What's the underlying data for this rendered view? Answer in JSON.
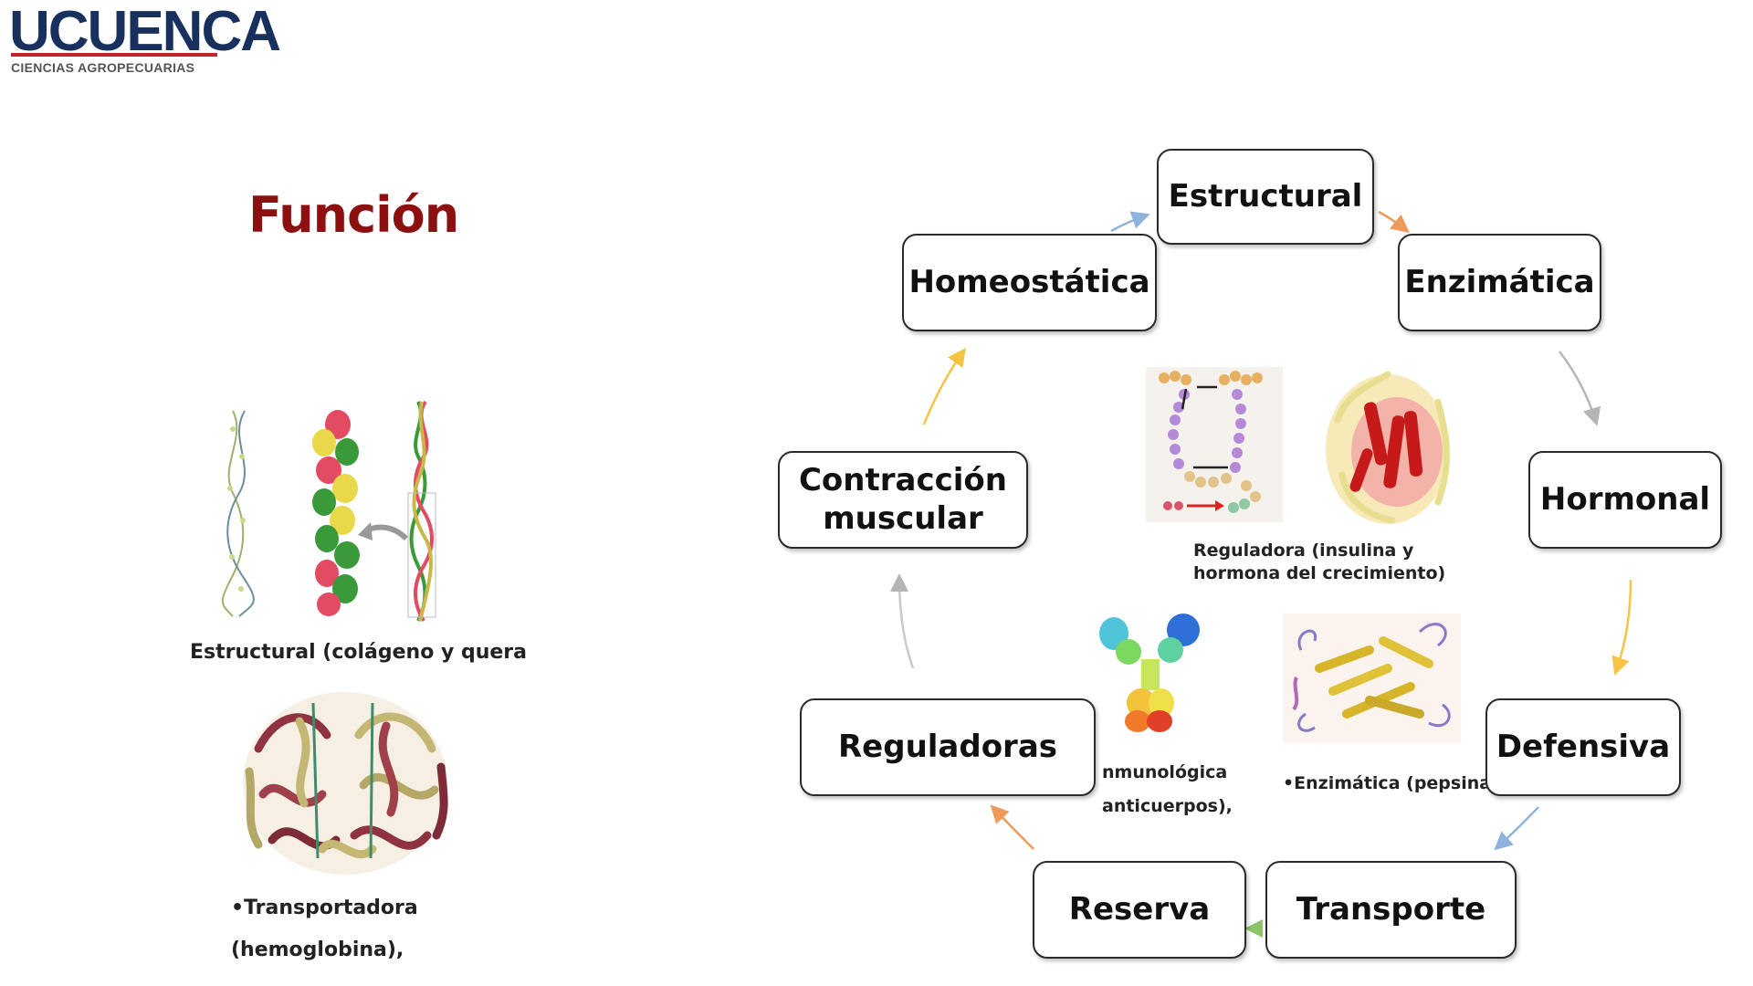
{
  "logo": {
    "name": "UCUENCA",
    "subtitle": "CIENCIAS AGROPECUARIAS"
  },
  "title": "Función",
  "captions": {
    "estructural": "Estructural (colágeno y quera",
    "transportadora_1": "•Transportadora",
    "transportadora_2": "(hemoglobina),",
    "reguladora_1": "Reguladora (insulina y",
    "reguladora_2": "hormona del crecimiento)",
    "inmunologica_1": "nmunológica",
    "inmunologica_2": "anticuerpos),",
    "enzimatica": "•Enzimática (pepsina)"
  },
  "cycle": {
    "estructural": "Estructural",
    "enzimatica": "Enzimática",
    "hormonal": "Hormonal",
    "defensiva": "Defensiva",
    "transporte": "Transporte",
    "reserva": "Reserva",
    "reguladoras": "Reguladoras",
    "contraccion_1": "Contracción",
    "contraccion_2": "muscular",
    "homeostatica": "Homeostática"
  },
  "colors": {
    "title": "#8c1010",
    "logo_blue": "#17305e",
    "logo_red": "#c0272d",
    "arrow_blue": "#8fb3dc",
    "arrow_orange": "#ef9a5a",
    "arrow_gray": "#b5b5b5",
    "arrow_yellow": "#f6c445",
    "arrow_green": "#8cc26a"
  }
}
